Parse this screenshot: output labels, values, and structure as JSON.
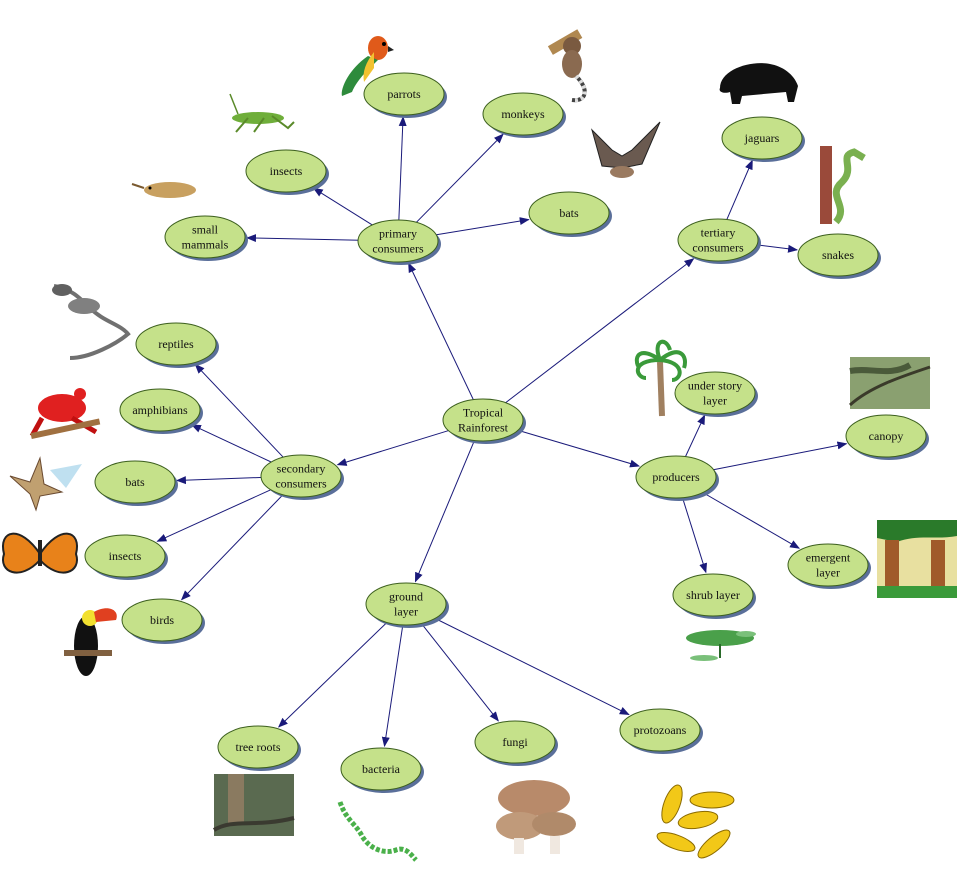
{
  "diagram": {
    "center": {
      "id": "center",
      "label": [
        "Tropical",
        "Rainforest"
      ]
    },
    "nodes": [
      {
        "id": "primary",
        "label": [
          "primary",
          "consumers"
        ]
      },
      {
        "id": "tertiary",
        "label": [
          "tertiary",
          "consumers"
        ]
      },
      {
        "id": "secondary",
        "label": [
          "secondary",
          "consumers"
        ]
      },
      {
        "id": "producers",
        "label": [
          "producers"
        ]
      },
      {
        "id": "ground",
        "label": [
          "ground",
          "layer"
        ]
      },
      {
        "id": "parrots",
        "label": [
          "parrots"
        ]
      },
      {
        "id": "monkeys",
        "label": [
          "monkeys"
        ]
      },
      {
        "id": "insects1",
        "label": [
          "insects"
        ]
      },
      {
        "id": "bats1",
        "label": [
          "bats"
        ]
      },
      {
        "id": "smallmammals",
        "label": [
          "small",
          "mammals"
        ]
      },
      {
        "id": "jaguars",
        "label": [
          "jaguars"
        ]
      },
      {
        "id": "snakes",
        "label": [
          "snakes"
        ]
      },
      {
        "id": "reptiles",
        "label": [
          "reptiles"
        ]
      },
      {
        "id": "amphibians",
        "label": [
          "amphibians"
        ]
      },
      {
        "id": "bats2",
        "label": [
          "bats"
        ]
      },
      {
        "id": "insects2",
        "label": [
          "insects"
        ]
      },
      {
        "id": "birds",
        "label": [
          "birds"
        ]
      },
      {
        "id": "understory",
        "label": [
          "under story",
          "layer"
        ]
      },
      {
        "id": "canopy",
        "label": [
          "canopy"
        ]
      },
      {
        "id": "emergent",
        "label": [
          "emergent",
          "layer"
        ]
      },
      {
        "id": "shrub",
        "label": [
          "shrub layer"
        ]
      },
      {
        "id": "treeroots",
        "label": [
          "tree roots"
        ]
      },
      {
        "id": "bacteria",
        "label": [
          "bacteria"
        ]
      },
      {
        "id": "fungi",
        "label": [
          "fungi"
        ]
      },
      {
        "id": "protozoans",
        "label": [
          "protozoans"
        ]
      }
    ],
    "edges": [
      [
        "center",
        "primary"
      ],
      [
        "center",
        "tertiary"
      ],
      [
        "center",
        "secondary"
      ],
      [
        "center",
        "producers"
      ],
      [
        "center",
        "ground"
      ],
      [
        "primary",
        "parrots"
      ],
      [
        "primary",
        "monkeys"
      ],
      [
        "primary",
        "insects1"
      ],
      [
        "primary",
        "bats1"
      ],
      [
        "primary",
        "smallmammals"
      ],
      [
        "tertiary",
        "jaguars"
      ],
      [
        "tertiary",
        "snakes"
      ],
      [
        "secondary",
        "reptiles"
      ],
      [
        "secondary",
        "amphibians"
      ],
      [
        "secondary",
        "bats2"
      ],
      [
        "secondary",
        "insects2"
      ],
      [
        "secondary",
        "birds"
      ],
      [
        "producers",
        "understory"
      ],
      [
        "producers",
        "canopy"
      ],
      [
        "producers",
        "emergent"
      ],
      [
        "producers",
        "shrub"
      ],
      [
        "ground",
        "treeroots"
      ],
      [
        "ground",
        "bacteria"
      ],
      [
        "ground",
        "fungi"
      ],
      [
        "ground",
        "protozoans"
      ]
    ],
    "colors": {
      "node_fill": "#c5e18a",
      "node_stroke": "#3c5f1e",
      "edge": "#1a1a7a",
      "shadow": "#5a6f9a"
    },
    "illustrations": [
      "parrot-icon",
      "monkey-icon",
      "grasshopper-icon",
      "bat-icon",
      "mole-icon",
      "jaguar-icon",
      "snake-icon",
      "lizard-icon",
      "frog-icon",
      "bat-icon",
      "butterfly-icon",
      "toucan-icon",
      "palm-tree-icon",
      "canopy-photo-icon",
      "emergent-tree-icon",
      "shrub-icon",
      "tree-roots-photo-icon",
      "bacteria-icon",
      "mushroom-icon",
      "protozoa-icon"
    ]
  }
}
